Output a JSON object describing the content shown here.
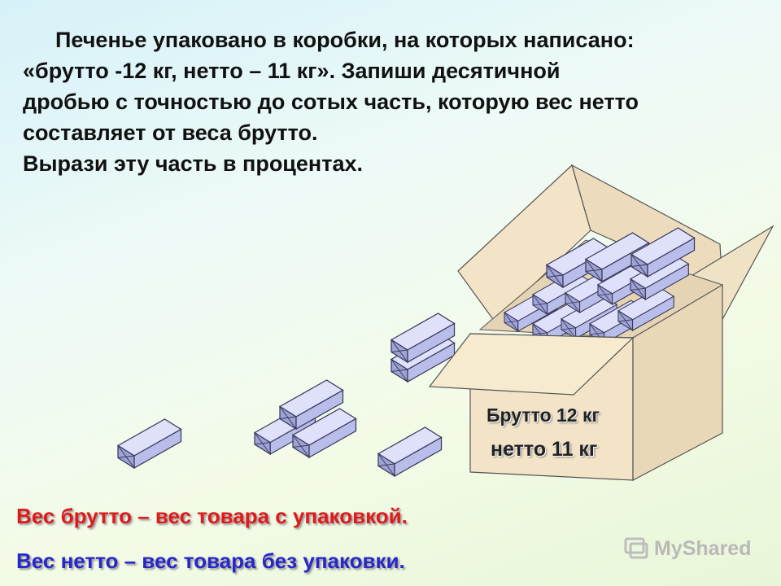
{
  "problem": {
    "lines": [
      "Печенье упаковано в коробки, на которых написано:",
      "«брутто -12 кг, нетто – 11 кг». Запиши десятичной",
      "дробью с точностью до сотых часть, которую вес нетто",
      "составляет от веса брутто.",
      "Вырази эту часть в процентах."
    ]
  },
  "box": {
    "gross_label": "Брутто 12 кг",
    "net_label": "нетто 11 кг"
  },
  "definitions": {
    "gross": "Вес брутто – вес товара с упаковкой.",
    "net": "Вес нетто – вес товара без упаковки."
  },
  "watermark": {
    "text": "MyShared"
  },
  "colors": {
    "gross_definition": "#e0191b",
    "net_definition": "#2727c8",
    "carton": "#f3e4c7",
    "cookie_pack": "#c9cdf0"
  }
}
